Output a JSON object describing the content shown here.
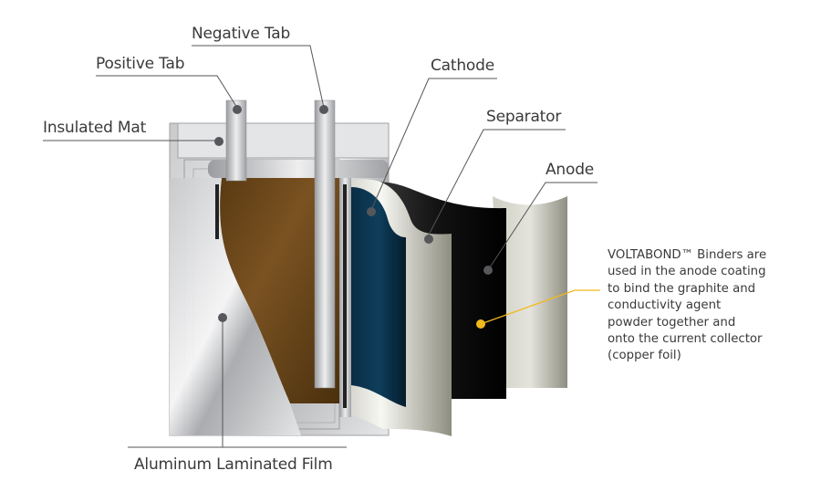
{
  "labels": {
    "negative_tab": "Negative Tab",
    "positive_tab": "Positive Tab",
    "insulated_mat": "Insulated Mat",
    "cathode": "Cathode",
    "separator": "Separator",
    "anode": "Anode",
    "aluminum_laminated_film": "Aluminum Laminated Film"
  },
  "note": {
    "lines": [
      "VOLTABOND™ Binders are",
      "used in the anode coating",
      "to bind the graphite and",
      "conductivity agent",
      "powder together and",
      "onto the current collector",
      "(copper foil)"
    ]
  },
  "colors": {
    "callout_line": "#555555",
    "highlight": "#f2b81c",
    "cathode": "#0d3a55",
    "coating": "#6b4718",
    "anode": "#111111"
  }
}
